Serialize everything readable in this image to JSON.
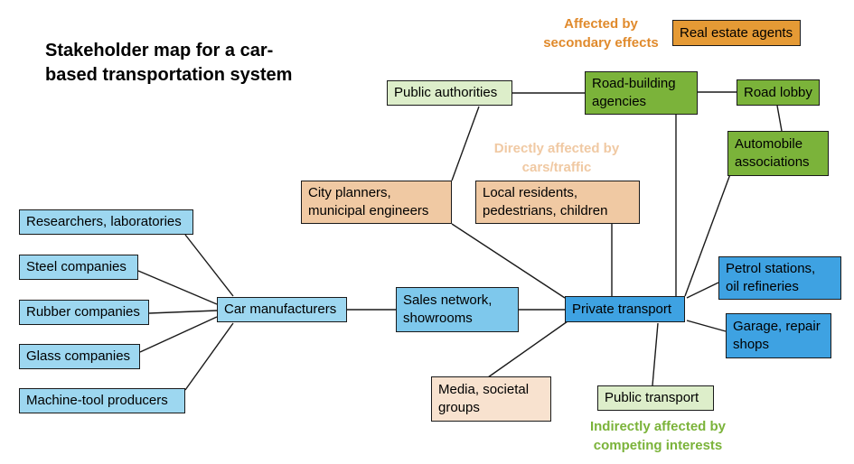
{
  "title": "Stakeholder map for a car-\nbased transportation system",
  "colors": {
    "light_blue": "#9dd7f0",
    "blue": "#3ea2e2",
    "green": "#7bb33a",
    "light_green": "#ddeeca",
    "peach": "#f0c9a3",
    "light_peach": "#f8e2cf",
    "orange": "#e59a35",
    "secondary_text": "#e08a2c",
    "direct_text": "#f0c9a3",
    "indirect_text": "#7bb33a"
  },
  "group_labels": {
    "secondary": "Affected by\nsecondary effects",
    "direct": "Directly affected by\ncars/traffic",
    "indirect": "Indirectly affected by\ncompeting interests"
  },
  "nodes": {
    "researchers": "Researchers, laboratories",
    "steel": "Steel companies",
    "rubber": "Rubber companies",
    "glass": "Glass companies",
    "machine_tool": "Machine-tool producers",
    "car_manufacturers": "Car manufacturers",
    "sales_network": "Sales network,\nshowrooms",
    "private_transport": "Private transport",
    "media": "Media, societal\ngroups",
    "public_transport": "Public transport",
    "city_planners": "City planners,\nmunicipal engineers",
    "local_residents": "Local residents,\npedestrians, children",
    "public_authorities": "Public authorities",
    "road_building": "Road-building\nagencies",
    "road_lobby": "Road lobby",
    "real_estate": "Real estate agents",
    "automobile_assoc": "Automobile\nassociations",
    "petrol": "Petrol stations,\noil refineries",
    "garage": "Garage, repair\nshops"
  }
}
